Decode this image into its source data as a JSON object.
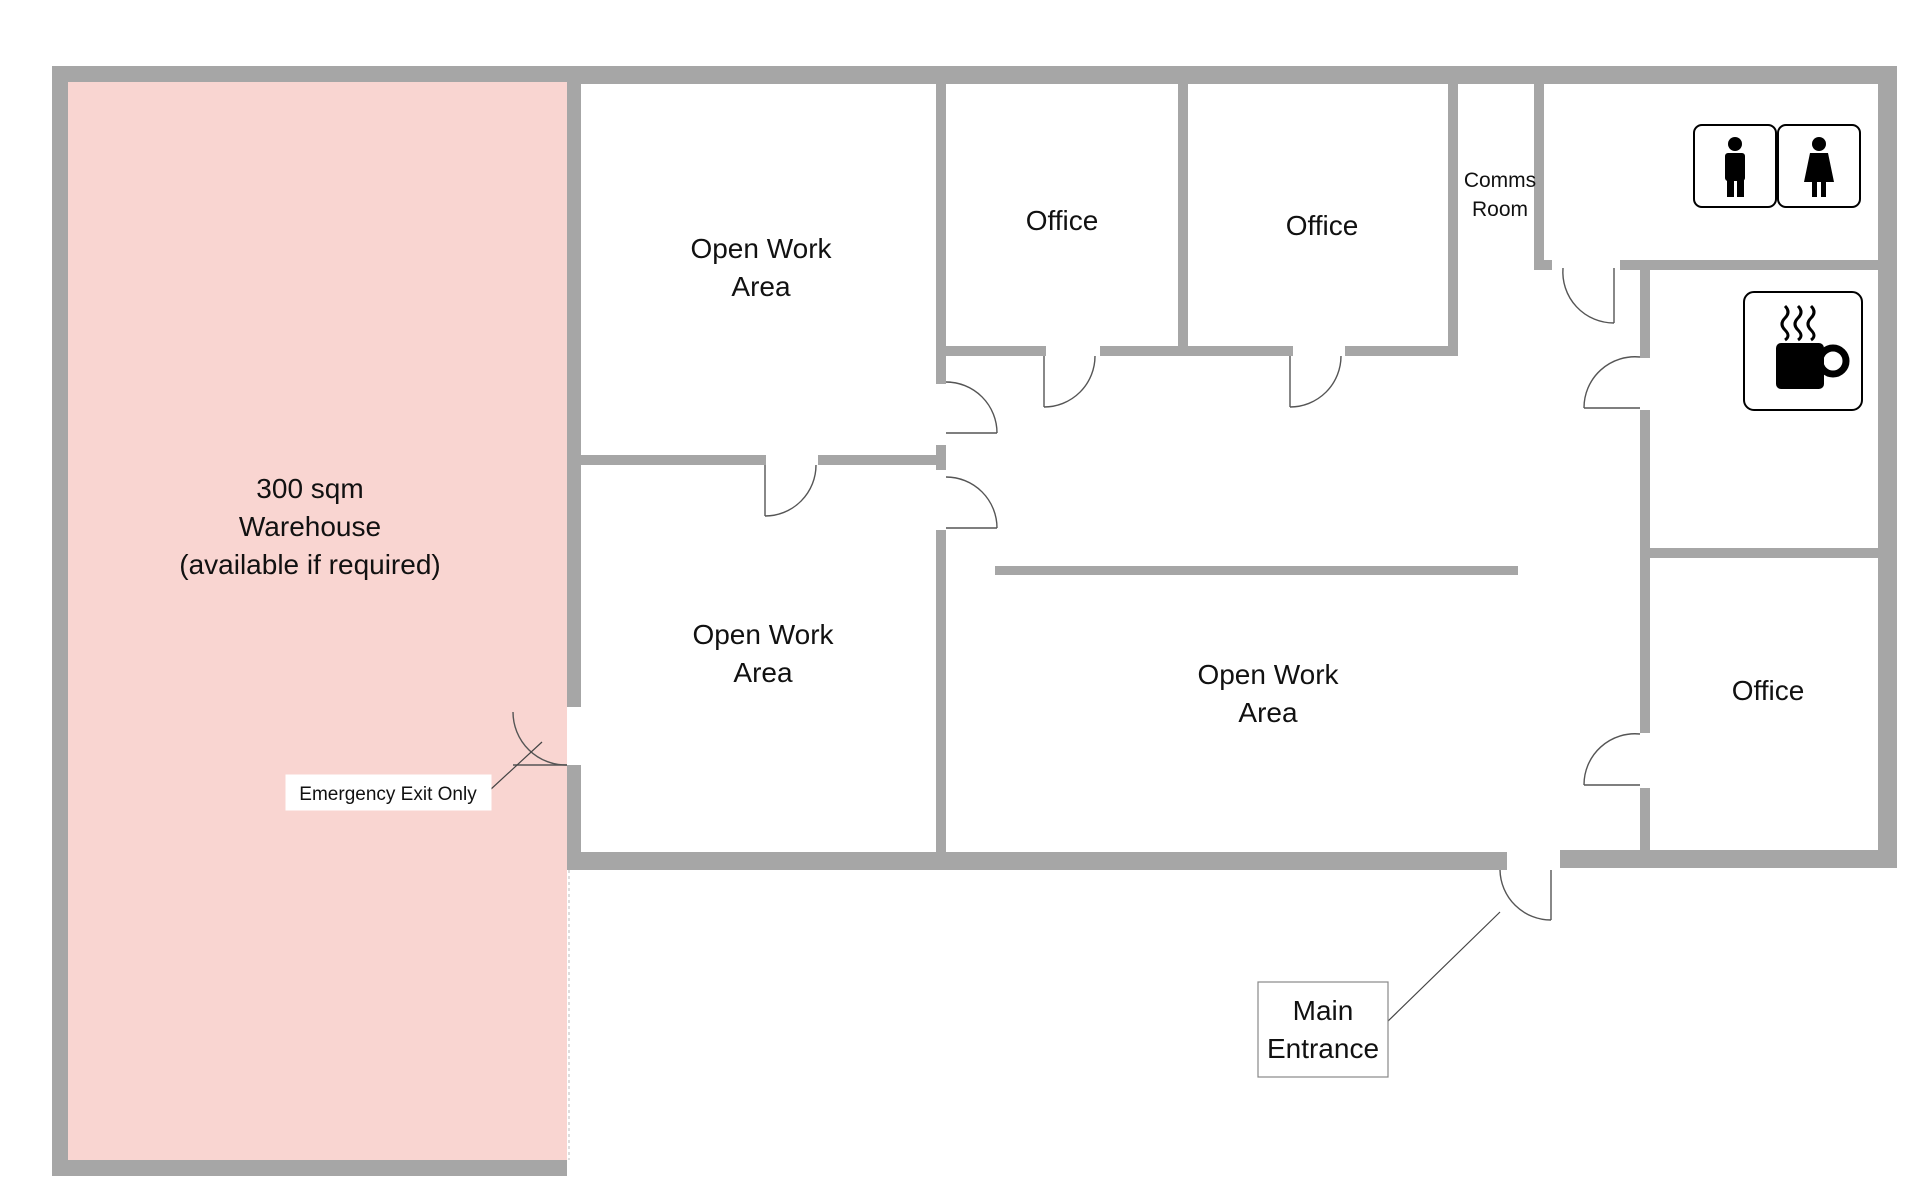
{
  "rooms": {
    "warehouse": {
      "line1": "300 sqm",
      "line2": "Warehouse",
      "line3": "(available if required)"
    },
    "open_work_top": {
      "line1": "Open Work",
      "line2": "Area"
    },
    "open_work_mid": {
      "line1": "Open Work",
      "line2": "Area"
    },
    "open_work_main": {
      "line1": "Open Work",
      "line2": "Area"
    },
    "office_1": {
      "label": "Office"
    },
    "office_2": {
      "label": "Office"
    },
    "office_3": {
      "label": "Office"
    },
    "comms_room": {
      "line1": "Comms",
      "line2": "Room"
    }
  },
  "callouts": {
    "emergency_exit": "Emergency Exit Only",
    "main_entrance": {
      "line1": "Main",
      "line2": "Entrance"
    }
  },
  "icons": {
    "restroom": "restroom-icon",
    "kitchen": "coffee-cup-icon"
  },
  "colors": {
    "warehouse_fill": "#f9d5d1",
    "walls": "#a6a6a6"
  }
}
